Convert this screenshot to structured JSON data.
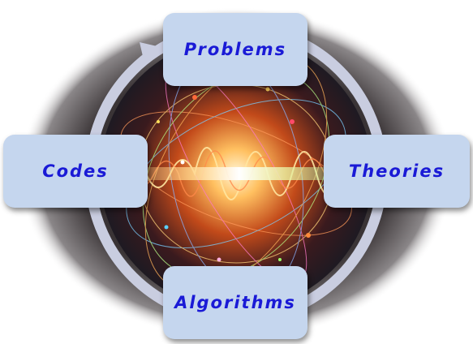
{
  "nodes": {
    "problems": "Problems",
    "theories": "Theories",
    "algorithms": "Algorithms",
    "codes": "Codes"
  },
  "colors": {
    "node_fill": "#c5d6ee",
    "node_text": "#1a1ad6",
    "cycle_arrow": "#c9cde0",
    "backdrop": "#3a3436"
  }
}
